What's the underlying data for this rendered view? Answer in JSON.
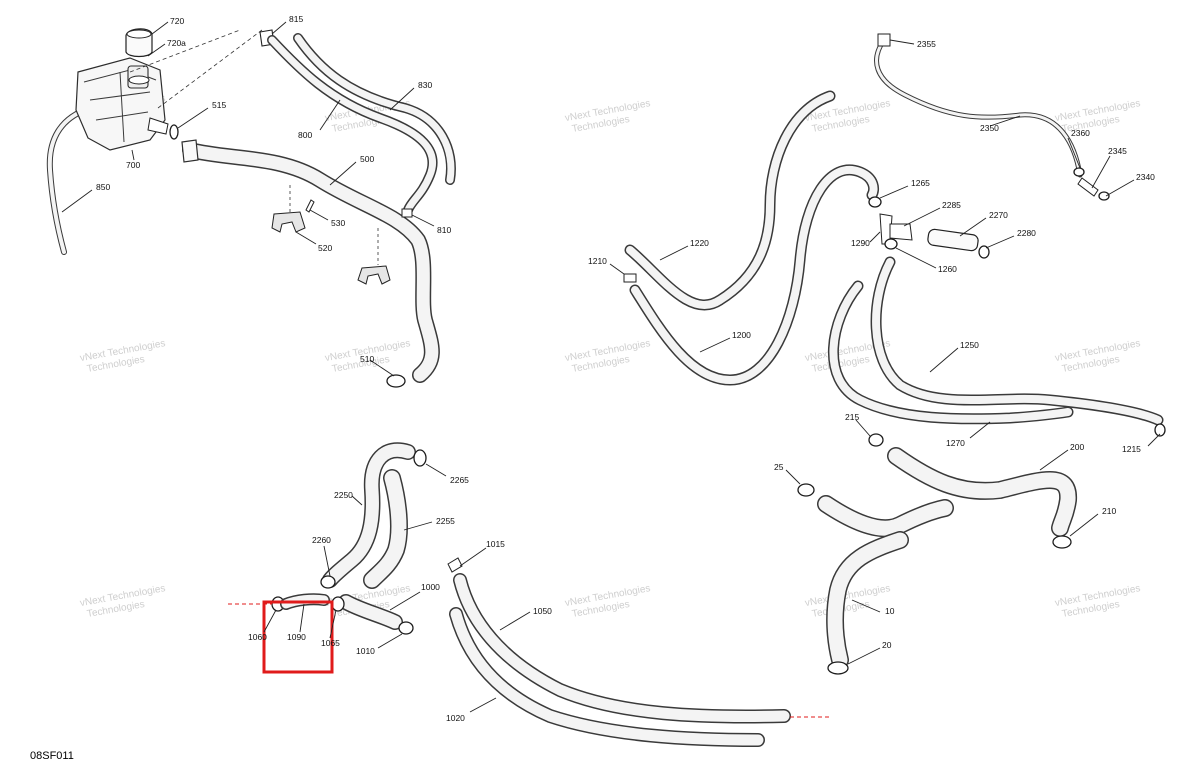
{
  "diagram": {
    "code": "08SF011",
    "watermark_line1": "vNext Technologies",
    "watermark_line2": "Technologies",
    "labels": {
      "p720": "720",
      "p720a": "720a",
      "p815": "815",
      "p830": "830",
      "p800": "800",
      "p515": "515",
      "p700": "700",
      "p500": "500",
      "p850": "850",
      "p530": "530",
      "p520": "520",
      "p810": "810",
      "p510": "510",
      "p2355": "2355",
      "p2350": "2350",
      "p2360": "2360",
      "p2345": "2345",
      "p2340": "2340",
      "p1265": "1265",
      "p2285": "2285",
      "p2270": "2270",
      "p2280": "2280",
      "p1290": "1290",
      "p1260": "1260",
      "p1220": "1220",
      "p1210": "1210",
      "p1200": "1200",
      "p1250": "1250",
      "p1270": "1270",
      "p1215": "1215",
      "p215": "215",
      "p200": "200",
      "p25": "25",
      "p210": "210",
      "p10": "10",
      "p20": "20",
      "p2265": "2265",
      "p2250": "2250",
      "p2255": "2255",
      "p2260": "2260",
      "p1015": "1015",
      "p1000": "1000",
      "p1060": "1060",
      "p1090": "1090",
      "p1065": "1065",
      "p1010": "1010",
      "p1050": "1050",
      "p1020": "1020"
    }
  },
  "colors": {
    "highlight": "#e01b1b",
    "line": "#3a3a3a",
    "hose_fill": "#f4f4f4",
    "watermark": "#cfcfcf"
  }
}
